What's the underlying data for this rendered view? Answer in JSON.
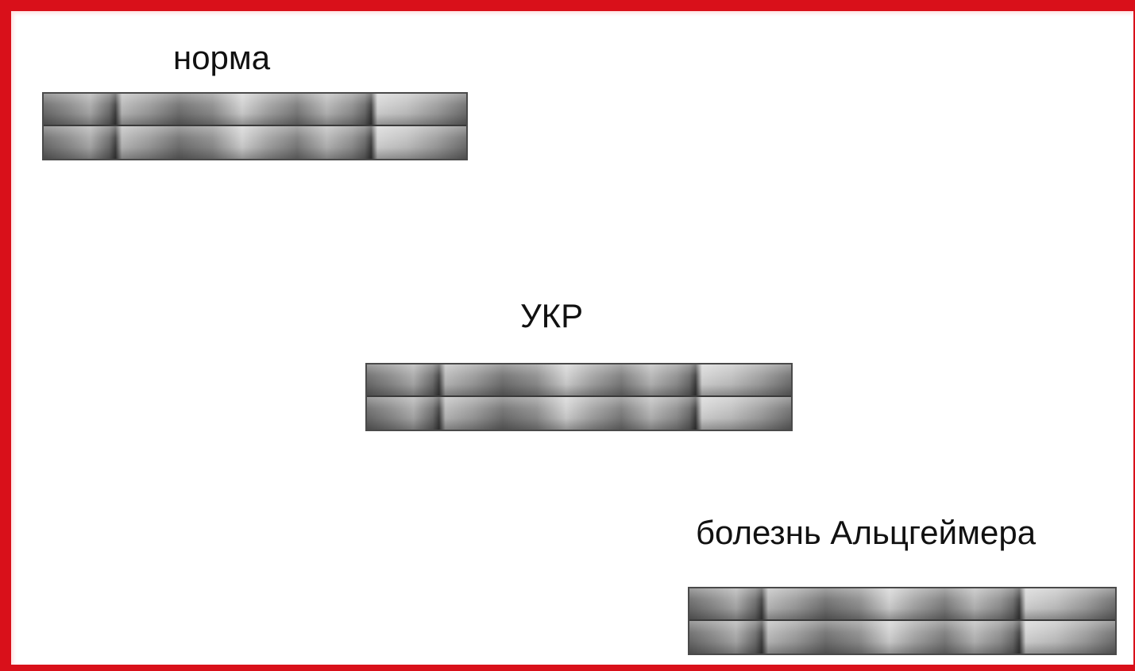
{
  "labels": {
    "normal": "норма",
    "ukr": "УКР",
    "alzheimer": "болезнь Альцгеймера"
  },
  "colors": {
    "frame": "#d9101a",
    "background": "#ffffff",
    "text": "#111111"
  }
}
